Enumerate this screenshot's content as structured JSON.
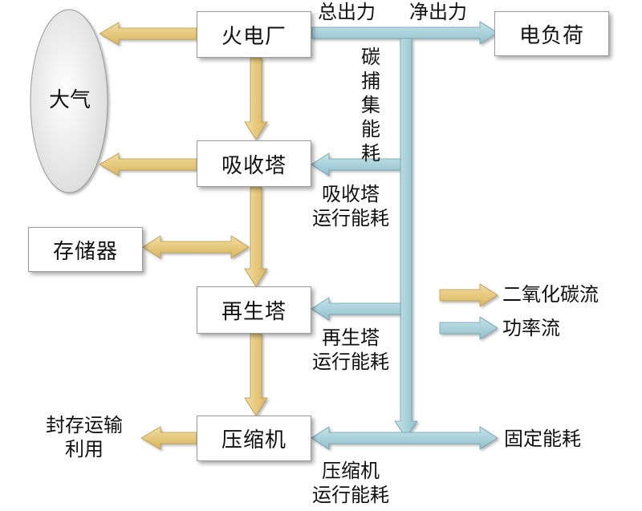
{
  "nodes": {
    "atmosphere": "大气",
    "power_plant": "火电厂",
    "absorber": "吸收塔",
    "storage": "存储器",
    "regenerator": "再生塔",
    "compressor": "压缩机",
    "electric_load": "电负荷",
    "fixed_consumption": "固定能耗",
    "sequestration": "封存运输",
    "utilization": "利用"
  },
  "labels": {
    "gross_output": "总出力",
    "net_output": "净出力",
    "capture_consumption": "碳捕集能耗",
    "absorber_op_line1": "吸收塔",
    "absorber_op_line2": "运行能耗",
    "regen_op_line1": "再生塔",
    "regen_op_line2": "运行能耗",
    "comp_op_line1": "压缩机",
    "comp_op_line2": "运行能耗"
  },
  "legend": {
    "co2_flow": "二氧化碳流",
    "power_flow": "功率流"
  },
  "colors": {
    "co2_arrow": "#e8c879",
    "power_arrow": "#a9d3dd",
    "box_border": "#9a9a9a",
    "atmosphere_fill": "#eeeeee"
  }
}
